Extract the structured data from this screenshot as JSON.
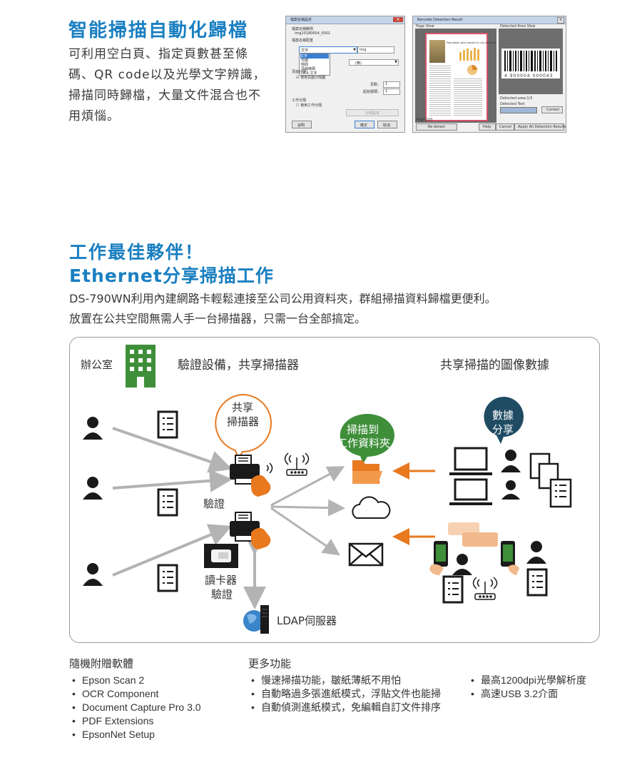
{
  "section1": {
    "title": "智能掃描自動化歸檔",
    "lines": [
      "可利用空白頁、指定頁數甚至條",
      "碼、QR code以及光學文字辨識，",
      "掃描同時歸檔，大量文件混合也不",
      "用煩惱。"
    ]
  },
  "dialog": {
    "title": "檔案名稱設定",
    "field1_label": "檔案名稱範例",
    "field1_value": "img20180604_0001",
    "field2_label": "檔案名稱配置",
    "dropdown_selected": "文字",
    "dropdown_options": [
      "文字",
      "日期",
      "時間",
      "頁面條碼",
      "OCR 文字"
    ],
    "input_value": "img",
    "separator_label": "(無)",
    "split_label": "頁面分隔",
    "split_check": "使用頁面分隔器",
    "pages_label": "頁數：",
    "pages_value": "1",
    "start_label": "起始號碼：",
    "start_value": "1",
    "job_label": "工作分隔",
    "job_check": "使用工作分隔",
    "split_settings_button": "分隔設定",
    "help_button": "說明",
    "ok_button": "確定",
    "cancel_button": "取消"
  },
  "barcode_window": {
    "title": "Barcode Detection Result",
    "page_view_label": "Page View",
    "detected_area_label": "Detected Area View",
    "doc_heading": "Population with respect to city planning",
    "barcode_digits": "4 900004 000043",
    "detected_area_count": "Detected area:1/3",
    "detected_text_label": "Detected Text",
    "correct_button": "Correct",
    "page_counter": "Page1/10",
    "redetect_button": "Re-detect",
    "help_button": "Help",
    "cancel_button": "Cancel",
    "apply_button": "Apply All Detection Results"
  },
  "section2": {
    "title_line1": "工作最佳夥伴！",
    "title_line2": "Ethernet分享掃描工作",
    "desc_line1": "DS-790WN利用內建網路卡輕鬆連接至公司公用資料夾，群組掃描資料歸檔更便利。",
    "desc_line2": "放置在公共空間無需人手一台掃描器，只需一台全部搞定。"
  },
  "diagram": {
    "office_label": "辦公室",
    "verify_heading": "驗證設備，共享掃描器",
    "shared_data_heading": "共享掃描的圖像數據",
    "bubble_share_line1": "共享",
    "bubble_share_line2": "掃描器",
    "bubble_folder_line1": "掃描到",
    "bubble_folder_line2": "工作資料夾",
    "bubble_data_line1": "數據",
    "bubble_data_line2": "分享",
    "verify_label": "驗證",
    "card_reader_line1": "讀卡器",
    "card_reader_line2": "驗證",
    "ldap_label": "LDAP伺服器",
    "colors": {
      "green": "#3f8f3a",
      "orange": "#e8791f",
      "gray_arrow": "#b3b3b3",
      "dark": "#1a1a1a"
    },
    "icons": [
      "building-icon",
      "person-icon",
      "document-icon",
      "scanner-icon",
      "hand-icon",
      "wifi-router-icon",
      "folder-icon",
      "cloud-icon",
      "mail-icon",
      "laptop-icon",
      "smartphone-icon",
      "card-reader-icon",
      "ldap-server-icon"
    ]
  },
  "software": {
    "heading": "隨機附贈軟體",
    "items": [
      "Epson Scan 2",
      "OCR Component",
      "Document Capture Pro 3.0",
      "PDF Extensions",
      "EpsonNet Setup"
    ]
  },
  "features": {
    "heading": "更多功能",
    "col1": [
      "慢速掃描功能，皺紙薄紙不用怕",
      "自動略過多張進紙模式，浮貼文件也能掃",
      "自動偵測進紙模式，免編輯自訂文件排序"
    ],
    "col2": [
      "最高1200dpi光學解析度",
      "高速USB 3.2介面"
    ]
  }
}
